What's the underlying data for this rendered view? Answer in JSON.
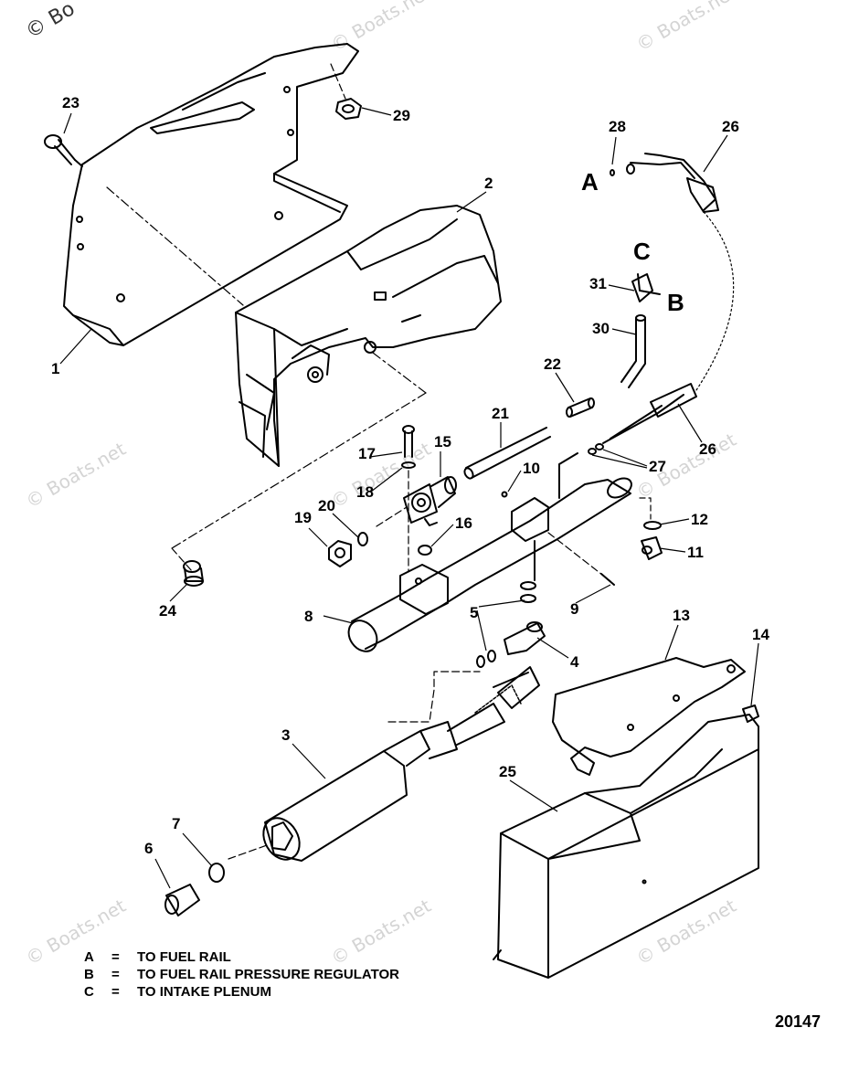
{
  "watermark": "© Boats.net",
  "corner_mark": "© Bo",
  "figure_number": "20147",
  "callouts": [
    "1",
    "2",
    "3",
    "4",
    "5",
    "6",
    "7",
    "8",
    "9",
    "10",
    "11",
    "12",
    "13",
    "14",
    "15",
    "16",
    "17",
    "18",
    "19",
    "20",
    "21",
    "22",
    "23",
    "24",
    "25",
    "26",
    "26",
    "27",
    "28",
    "29",
    "30",
    "31"
  ],
  "letters": [
    "A",
    "B",
    "C"
  ],
  "legend": [
    {
      "key": "A",
      "sep": "=",
      "text": "TO FUEL RAIL"
    },
    {
      "key": "B",
      "sep": "=",
      "text": "TO FUEL RAIL PRESSURE REGULATOR"
    },
    {
      "key": "C",
      "sep": "=",
      "text": "TO INTAKE PLENUM"
    }
  ]
}
